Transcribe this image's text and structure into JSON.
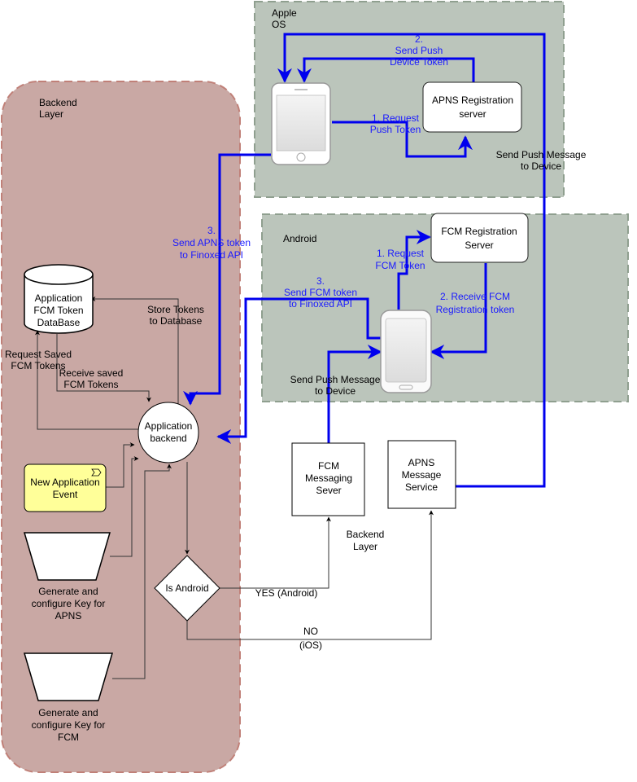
{
  "regions": {
    "apple": "Apple OS",
    "android": "Android",
    "backend": "Backend Layer"
  },
  "nodes": {
    "apns_registration": [
      "APNS Registration",
      "server"
    ],
    "fcm_registration": [
      "FCM Registration",
      "Server"
    ],
    "database": [
      "Application",
      "FCM Token",
      "DataBase"
    ],
    "app_backend": [
      "Application",
      "backend"
    ],
    "new_event": [
      "New Application",
      "Event"
    ],
    "key_apns": [
      "Generate and",
      "configure Key for",
      "APNS"
    ],
    "key_fcm": [
      "Generate and",
      "configure Key for",
      "FCM"
    ],
    "is_android": "Is Android",
    "fcm_messaging": [
      "FCM",
      "Messaging",
      "Sever"
    ],
    "apns_messaging": [
      "APNS",
      "Message",
      "Service"
    ]
  },
  "labels": {
    "send_push_device_token": [
      "2.",
      "Send Push",
      "Device Token"
    ],
    "request_push_token": [
      "1. Request",
      "Push Token"
    ],
    "send_push_msg_ios": [
      "Send Push Message",
      "to Device"
    ],
    "send_apns_token": [
      "3.",
      "Send APNS token",
      "to Finoxed API"
    ],
    "request_fcm_token": [
      "1. Request",
      "FCM Token"
    ],
    "receive_fcm_token": [
      "2. Receive FCM",
      "Registration token"
    ],
    "send_fcm_token": [
      "3.",
      "Send FCM token",
      "to Finoxed API"
    ],
    "send_push_msg_android": [
      "Send Push Message",
      "to Device"
    ],
    "store_tokens": [
      "Store Tokens",
      "to Database"
    ],
    "request_saved": [
      "Request Saved",
      "FCM Tokens"
    ],
    "receive_saved": [
      "Receive saved",
      "FCM Tokens"
    ],
    "yes_android": "YES (Android)",
    "no_ios": [
      "NO",
      "(iOS)"
    ],
    "backend_layer_2": [
      "Backend",
      "Layer"
    ]
  },
  "colors": {
    "backend_fill": "#c9a8a4",
    "backend_stroke": "#c08078",
    "os_fill": "#b8c2b8",
    "os_stroke": "#8a9a8a",
    "event_fill": "#ffff99",
    "flow_blue": "#0000ee",
    "label_blue": "#1a1aff"
  },
  "icons": [
    "iphone-icon",
    "android-phone-icon",
    "database-icon",
    "event-icon"
  ]
}
